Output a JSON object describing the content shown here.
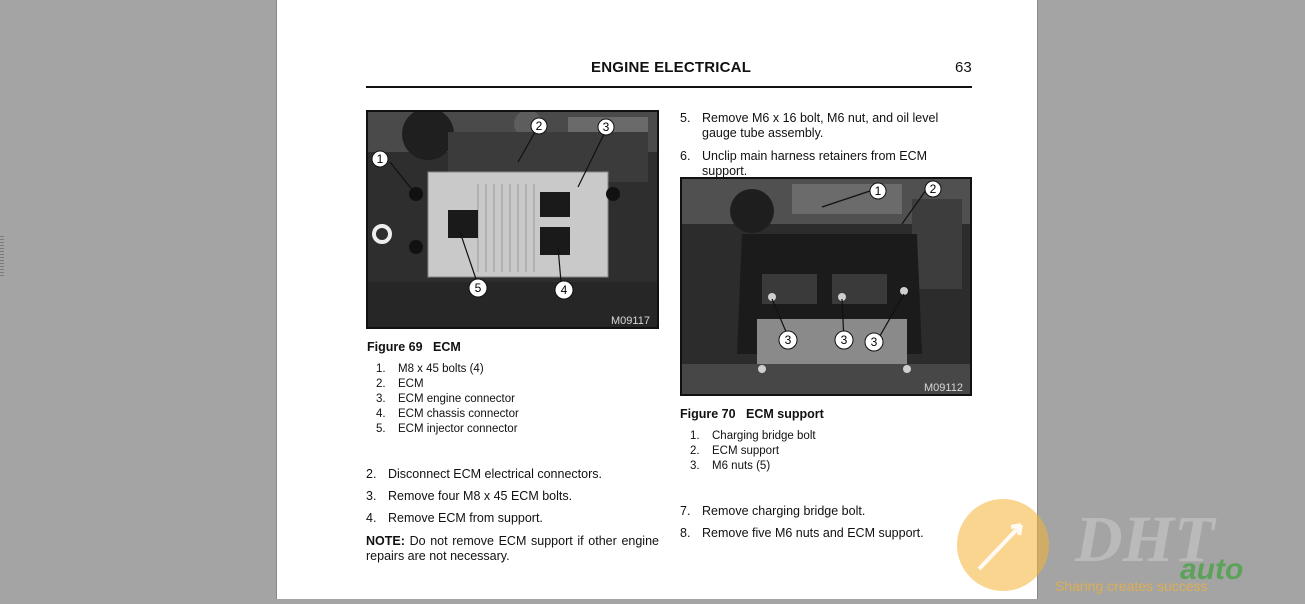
{
  "header": {
    "title": "ENGINE ELECTRICAL",
    "page_number": "63"
  },
  "figure69": {
    "caption_number": "Figure 69",
    "caption_title": "ECM",
    "image_code": "M09117",
    "callouts": [
      "1",
      "2",
      "3",
      "4",
      "5"
    ],
    "legend": [
      {
        "n": "1.",
        "text": "M8 x 45 bolts (4)"
      },
      {
        "n": "2.",
        "text": "ECM"
      },
      {
        "n": "3.",
        "text": "ECM engine connector"
      },
      {
        "n": "4.",
        "text": "ECM chassis connector"
      },
      {
        "n": "5.",
        "text": "ECM injector connector"
      }
    ]
  },
  "left_steps": [
    {
      "n": "2.",
      "text": "Disconnect ECM electrical connectors."
    },
    {
      "n": "3.",
      "text": "Remove four M8 x 45 ECM bolts."
    },
    {
      "n": "4.",
      "text": "Remove ECM from support."
    }
  ],
  "note": {
    "label": "NOTE:",
    "text": "Do not remove ECM support if other engine repairs are not necessary."
  },
  "right_steps_top": [
    {
      "n": "5.",
      "text": "Remove M6 x 16 bolt, M6 nut, and oil level gauge tube assembly."
    },
    {
      "n": "6.",
      "text": "Unclip main harness retainers from ECM support."
    }
  ],
  "figure70": {
    "caption_number": "Figure 70",
    "caption_title": "ECM support",
    "image_code": "M09112",
    "callouts": [
      "1",
      "2",
      "3",
      "3",
      "3"
    ],
    "legend": [
      {
        "n": "1.",
        "text": "Charging bridge bolt"
      },
      {
        "n": "2.",
        "text": "ECM support"
      },
      {
        "n": "3.",
        "text": "M6 nuts (5)"
      }
    ]
  },
  "right_steps_bottom": [
    {
      "n": "7.",
      "text": "Remove charging bridge bolt."
    },
    {
      "n": "8.",
      "text": "Remove five M6 nuts and ECM support."
    }
  ],
  "watermark": {
    "logo": "DHT",
    "brand": "auto",
    "tagline": "Sharing creates success"
  },
  "colors": {
    "page": "#ffffff",
    "background": "#a4a4a4",
    "watermark_orange": "#f5b335",
    "watermark_green": "#3fa33a"
  }
}
